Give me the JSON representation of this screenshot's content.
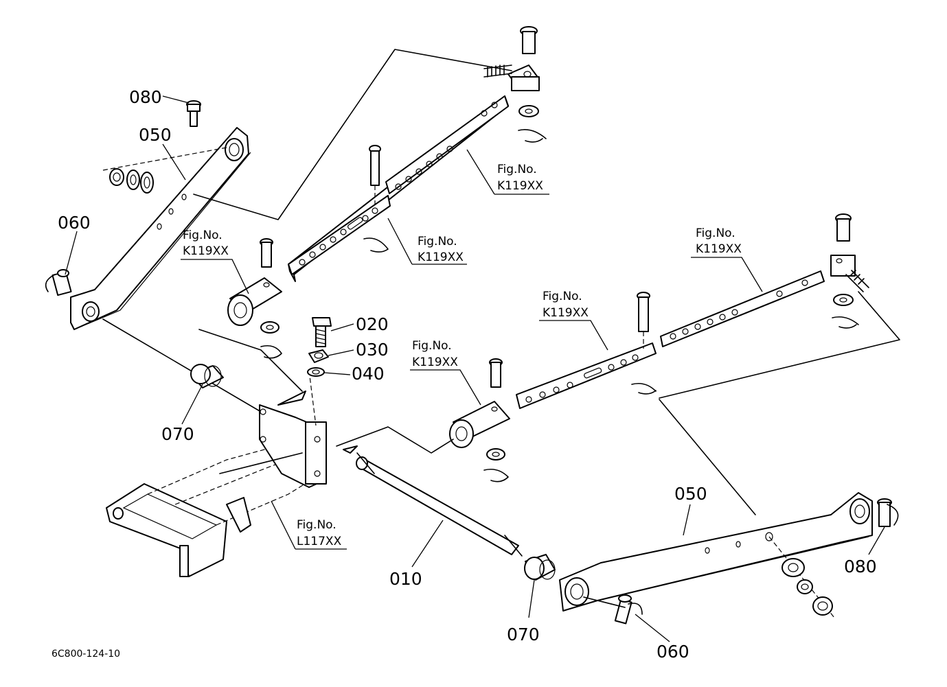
{
  "diagram": {
    "part_labels": [
      {
        "id": "p080a",
        "text": "080"
      },
      {
        "id": "p050a",
        "text": "050"
      },
      {
        "id": "p060a",
        "text": "060"
      },
      {
        "id": "p020",
        "text": "020"
      },
      {
        "id": "p030",
        "text": "030"
      },
      {
        "id": "p040",
        "text": "040"
      },
      {
        "id": "p070a",
        "text": "070"
      },
      {
        "id": "p010",
        "text": "010"
      },
      {
        "id": "p070b",
        "text": "070"
      },
      {
        "id": "p050b",
        "text": "050"
      },
      {
        "id": "p080b",
        "text": "080"
      },
      {
        "id": "p060b",
        "text": "060"
      }
    ],
    "figure_refs": [
      {
        "id": "f1",
        "line1": "Fig.No.",
        "line2": "K119XX"
      },
      {
        "id": "f2",
        "line1": "Fig.No.",
        "line2": "K119XX"
      },
      {
        "id": "f3",
        "line1": "Fig.No.",
        "line2": "K119XX"
      },
      {
        "id": "f4",
        "line1": "Fig.No.",
        "line2": "K119XX"
      },
      {
        "id": "f5",
        "line1": "Fig.No.",
        "line2": "K119XX"
      },
      {
        "id": "f6",
        "line1": "Fig.No.",
        "line2": "K119XX"
      },
      {
        "id": "f7",
        "line1": "Fig.No.",
        "line2": "L117XX"
      }
    ],
    "drawing_code": "6C800-124-10"
  }
}
